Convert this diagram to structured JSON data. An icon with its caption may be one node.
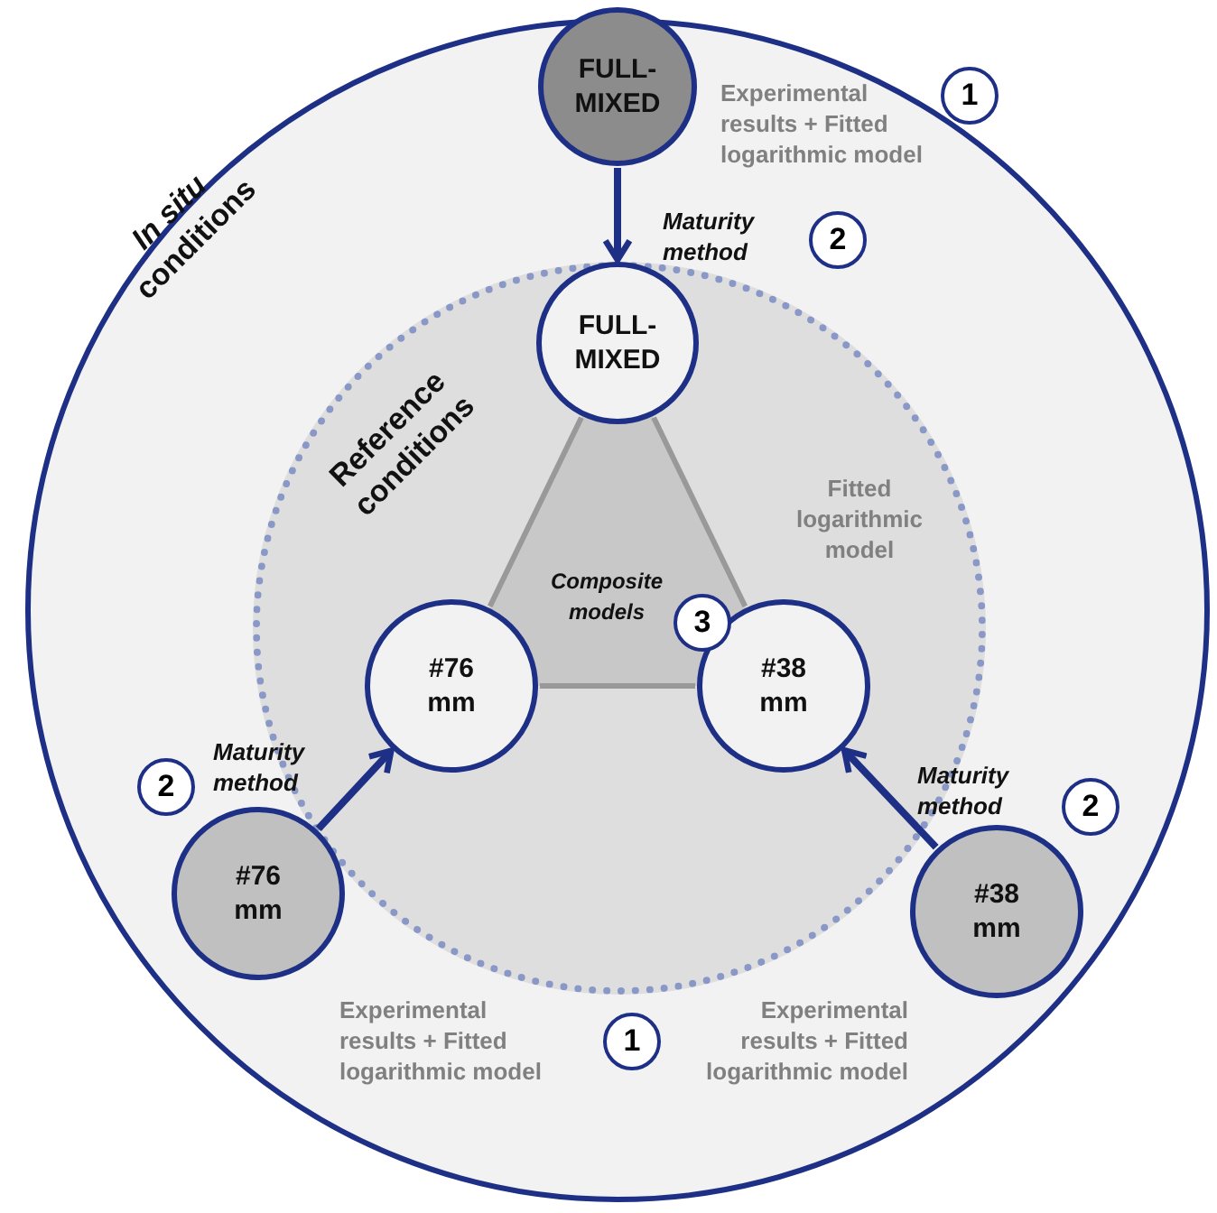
{
  "diagram": {
    "nodes": [
      {
        "text": [
          "*In situ* conditions"
        ]
      },
      {
        "text": [
          "Reference conditions"
        ],
        "in": 0
      },
      {
        "text": [
          "Composite models"
        ],
        "in": 1
      },
      {
        "text": [
          "FULL- MIXED"
        ],
        "in": 0,
        "beside": [
          "Experimental results + Fitted logarithmic model"
        ]
      },
      {
        "text": [
          "FULL- MIXED"
        ],
        "in": 1
      },
      {
        "text": [
          "#76 mm"
        ],
        "in": 1
      },
      {
        "text": [
          "#38 mm"
        ],
        "in": 1
      },
      {
        "text": [
          "#76 mm"
        ],
        "in": 0,
        "beside": [
          "Experimental results + Fitted logarithmic model"
        ]
      },
      {
        "text": [
          "#38 mm"
        ],
        "in": 0,
        "beside": [
          "Experimental results + Fitted logarithmic model"
        ]
      }
    ],
    "edges": [
      {
        "from": 3,
        "to": 4,
        "arrow": "to",
        "label": "Maturity method"
      },
      {
        "from": 7,
        "to": 5,
        "arrow": "to",
        "label": "Maturity method"
      },
      {
        "from": 8,
        "to": 6,
        "arrow": "to",
        "label": "Maturity method"
      },
      {
        "from": 4,
        "to": 5,
        "arrow": "none",
        "color": "#999999"
      },
      {
        "from": 5,
        "to": 6,
        "arrow": "none",
        "color": "#999999"
      },
      {
        "from": 4,
        "to": 6,
        "arrow": "none",
        "color": "#999999"
      }
    ],
    "labels": [
      "1",
      "2",
      "Fitted logarithmic model",
      "3",
      "2",
      "2",
      "1"
    ]
  }
}
